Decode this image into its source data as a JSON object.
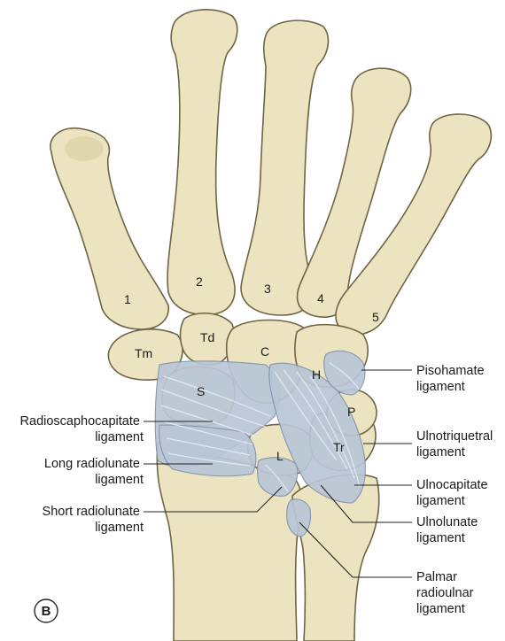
{
  "bone_labels": {
    "metacarpal_1": "1",
    "metacarpal_2": "2",
    "metacarpal_3": "3",
    "metacarpal_4": "4",
    "metacarpal_5": "5",
    "trapezium": "Tm",
    "trapezoid": "Td",
    "capitate": "C",
    "hamate": "H",
    "scaphoid": "S",
    "pisiform": "P",
    "triquetrum": "Tr",
    "lunate": "L"
  },
  "ligament_labels": {
    "pisohamate": [
      "Pisohamate",
      "ligament"
    ],
    "radioscaphocapitate": [
      "Radioscaphocapitate",
      "ligament"
    ],
    "ulnotriquetral": [
      "Ulnotriquetral",
      "ligament"
    ],
    "long_radiolunate": [
      "Long radiolunate",
      "ligament"
    ],
    "ulnocapitate": [
      "Ulnocapitate",
      "ligament"
    ],
    "short_radiolunate": [
      "Short radiolunate",
      "ligament"
    ],
    "ulnolunate": [
      "Ulnolunate",
      "ligament"
    ],
    "palmar_radioulnar": [
      "Palmar",
      "radioulnar",
      "ligament"
    ]
  },
  "panel_badge": "B",
  "colors": {
    "bone": "#ece3c1",
    "bone_outline": "#6f6545",
    "ligament": "#b9c6d6"
  }
}
